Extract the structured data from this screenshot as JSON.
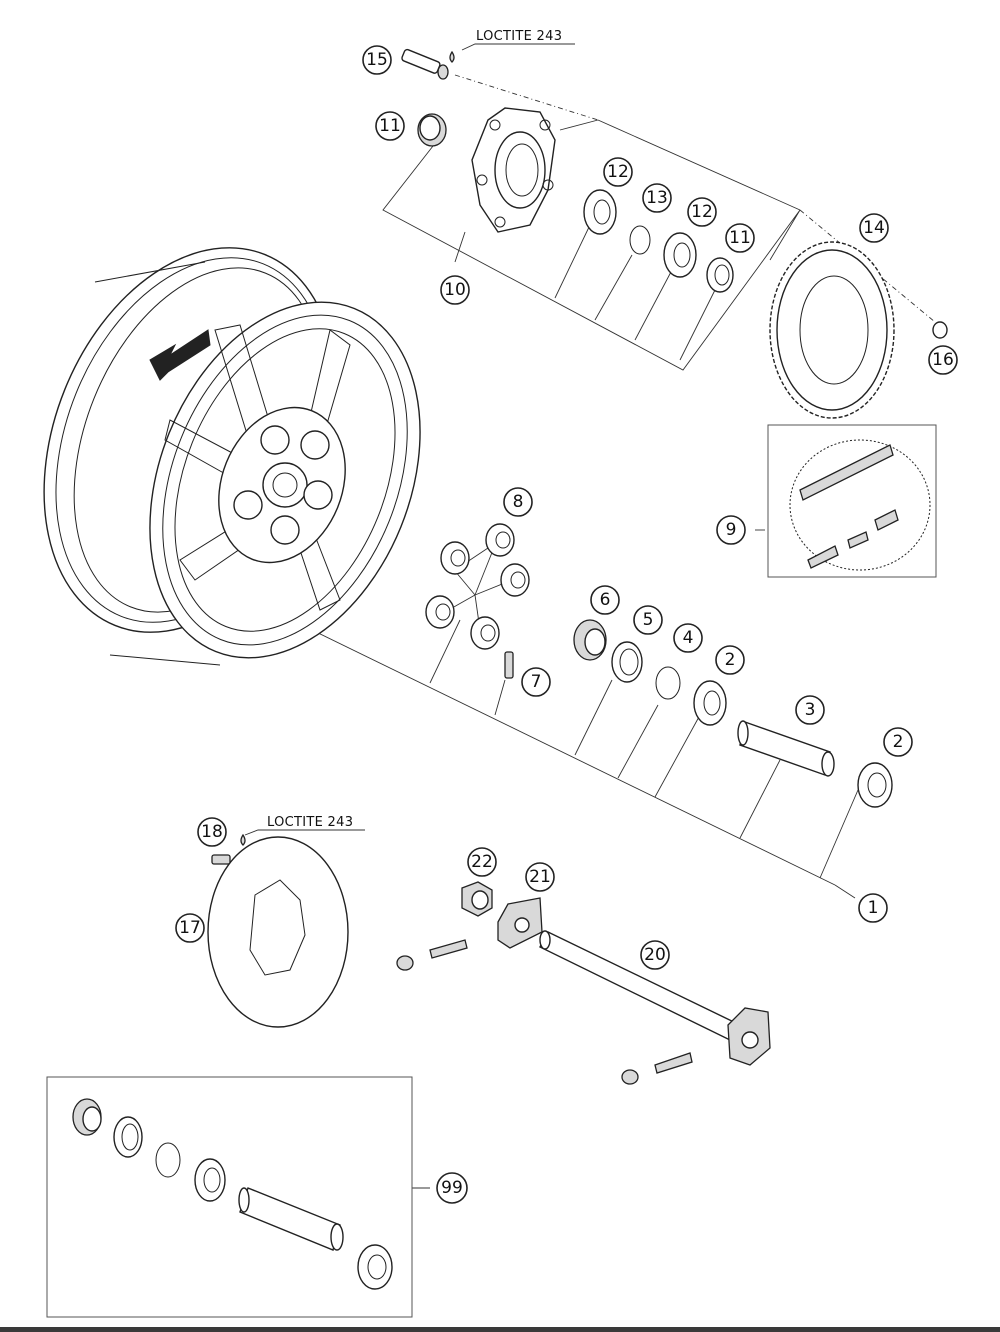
{
  "callouts": [
    {
      "id": "c1",
      "label": "1"
    },
    {
      "id": "c2a",
      "label": "2"
    },
    {
      "id": "c2b",
      "label": "2"
    },
    {
      "id": "c3",
      "label": "3"
    },
    {
      "id": "c4",
      "label": "4"
    },
    {
      "id": "c5",
      "label": "5"
    },
    {
      "id": "c6",
      "label": "6"
    },
    {
      "id": "c7",
      "label": "7"
    },
    {
      "id": "c8",
      "label": "8"
    },
    {
      "id": "c9",
      "label": "9"
    },
    {
      "id": "c10",
      "label": "10"
    },
    {
      "id": "c11a",
      "label": "11"
    },
    {
      "id": "c11b",
      "label": "11"
    },
    {
      "id": "c12a",
      "label": "12"
    },
    {
      "id": "c12b",
      "label": "12"
    },
    {
      "id": "c13",
      "label": "13"
    },
    {
      "id": "c14",
      "label": "14"
    },
    {
      "id": "c15",
      "label": "15"
    },
    {
      "id": "c16",
      "label": "16"
    },
    {
      "id": "c17",
      "label": "17"
    },
    {
      "id": "c18",
      "label": "18"
    },
    {
      "id": "c20",
      "label": "20"
    },
    {
      "id": "c21",
      "label": "21"
    },
    {
      "id": "c22",
      "label": "22"
    },
    {
      "id": "c99",
      "label": "99"
    }
  ],
  "notes": {
    "loctite_top": "LOCTITE 243",
    "loctite_bottom": "LOCTITE 243"
  }
}
